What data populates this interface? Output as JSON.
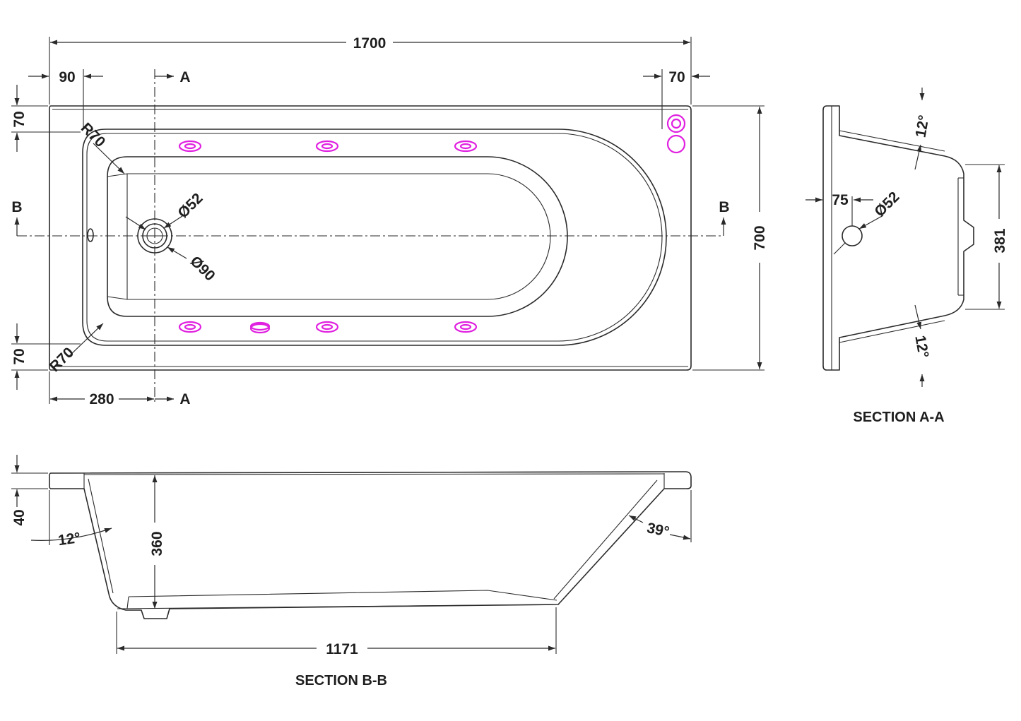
{
  "colors": {
    "line": "#2a2a2a",
    "jet": "#e020e0"
  },
  "plan": {
    "overall_length": "1700",
    "overall_width": "700",
    "left_rim": "90",
    "right_rim": "70",
    "top_rim": "70",
    "bottom_rim": "70",
    "waste_offset": "280",
    "corner_radius_top": "R70",
    "corner_radius_bottom": "R70",
    "waste_inner_dia": "Ø52",
    "waste_outer_dia": "Ø90",
    "section_a_top": "A",
    "section_a_bottom": "A",
    "section_b_left": "B",
    "section_b_right": "B"
  },
  "section_aa": {
    "title": "SECTION A-A",
    "top_angle": "12°",
    "bottom_angle": "12°",
    "waste_offset": "75",
    "waste_dia": "Ø52",
    "base_width": "381"
  },
  "section_bb": {
    "title": "SECTION B-B",
    "rim_depth": "40",
    "depth": "360",
    "left_angle": "12°",
    "right_angle": "39°",
    "base_length": "1171"
  }
}
